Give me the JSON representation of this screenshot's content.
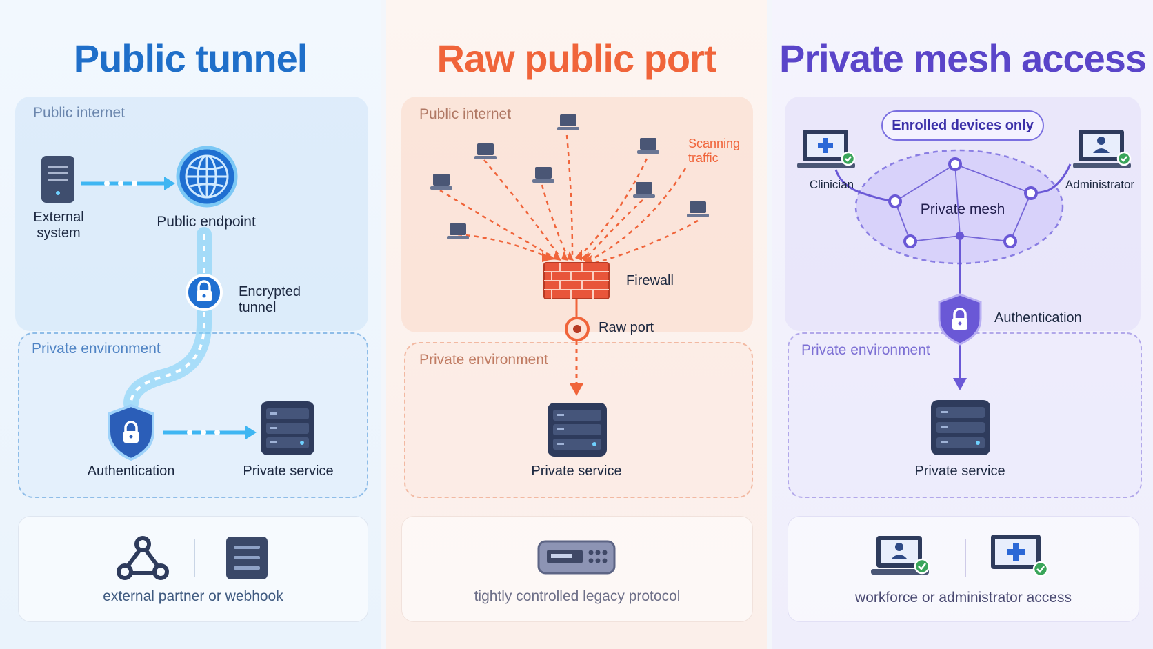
{
  "panels": {
    "public_tunnel": {
      "title": "Public tunnel",
      "zone_public": "Public internet",
      "zone_private": "Private environment",
      "external_system": "External system",
      "public_endpoint": "Public endpoint",
      "encrypted_tunnel": "Encrypted tunnel",
      "authentication": "Authentication",
      "private_service": "Private service",
      "caption": "external partner or webhook"
    },
    "raw_public_port": {
      "title": "Raw public port",
      "zone_public": "Public internet",
      "scanning_traffic": "Scanning traffic",
      "firewall": "Firewall",
      "raw_port": "Raw port",
      "zone_private": "Private environment",
      "private_service": "Private service",
      "caption": "tightly controlled legacy protocol"
    },
    "private_mesh": {
      "title": "Private mesh access",
      "enrolled": "Enrolled devices only",
      "clinician": "Clinician",
      "administrator": "Administrator",
      "private_mesh": "Private mesh",
      "authentication": "Authentication",
      "zone_private": "Private environment",
      "private_service": "Private service",
      "caption": "workforce or administrator access"
    }
  },
  "colors": {
    "blue": "#1f6fc9",
    "orange": "#f0643a",
    "purple": "#5a45c9"
  }
}
